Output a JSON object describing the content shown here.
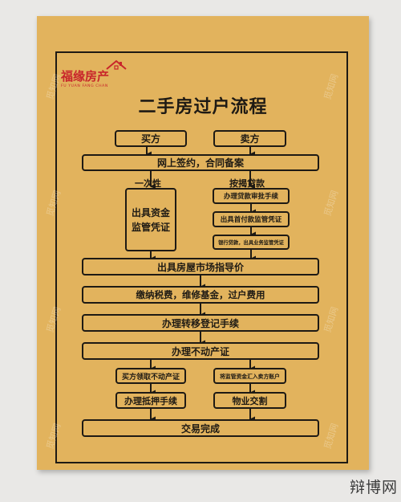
{
  "logo": {
    "name": "福缘房产",
    "subtitle": "FU YUAN FANG CHAN"
  },
  "title": "二手房过户流程",
  "parties": {
    "buyer": "买方",
    "seller": "卖方"
  },
  "steps": {
    "sign": "网上签约，合同备案",
    "lump_sum": "一次性",
    "mortgage": "按揭贷款",
    "fund_cert": "出具资金监管凭证",
    "loan_approval": "办理贷款审批手续",
    "down_payment_cert": "出具首付款监管凭证",
    "bank_loan": "银行贷款，出具业务监管凭证",
    "guide_price": "出具房屋市场指导价",
    "taxes": "缴纳税费，维修基金，过户费用",
    "transfer_registration": "办理转移登记手续",
    "property_cert": "办理不动产证",
    "buyer_collect": "买方领取不动产证",
    "funds_to_seller": "将监管资金汇入卖方账户",
    "mortgage_procedure": "办理抵押手续",
    "handover": "物业交割",
    "complete": "交易完成"
  },
  "watermark": "觅知网",
  "site_mark": "辩博网",
  "colors": {
    "board": "#e2b35d",
    "ink": "#1e1a14",
    "logo": "#c8262b"
  }
}
